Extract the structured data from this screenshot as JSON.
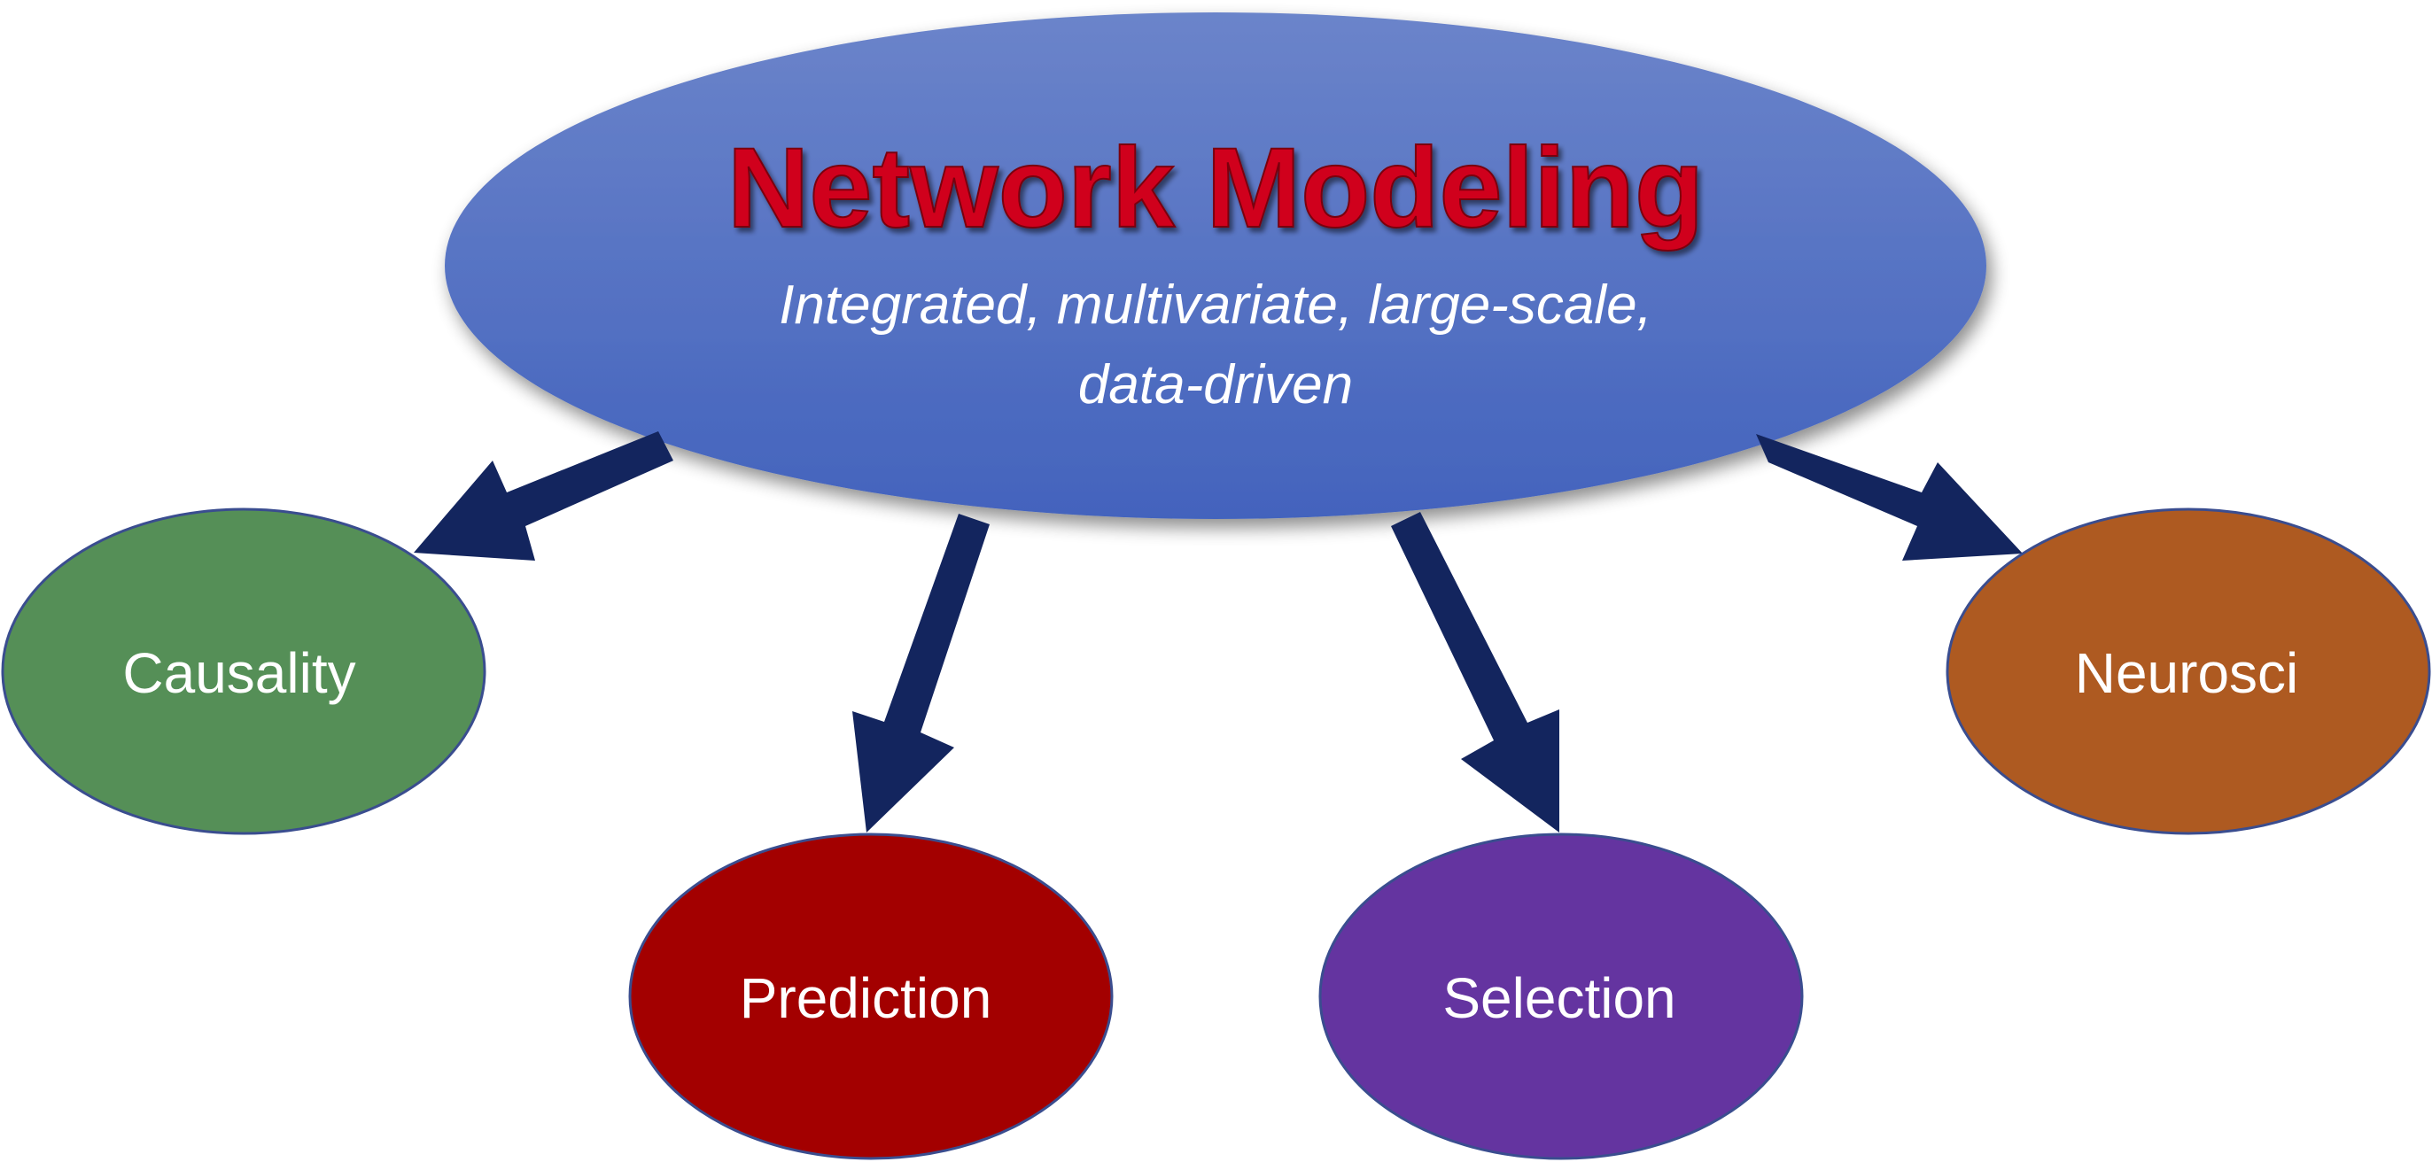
{
  "main": {
    "title": "Network Modeling",
    "subtitle_line1": "Integrated, multivariate, large-scale,",
    "subtitle_line2": "data-driven"
  },
  "nodes": [
    {
      "label": "Causality",
      "color": "#558f57"
    },
    {
      "label": "Prediction",
      "color": "#a30000"
    },
    {
      "label": "Selection",
      "color": "#6434a0"
    },
    {
      "label": "Neurosci",
      "color": "#ae5a21"
    }
  ],
  "colors": {
    "main_top": "#6b84ca",
    "main_bottom": "#4363bd",
    "title": "#d0021b",
    "arrow": "#13255e",
    "node_text": "#ffffff",
    "outline": "#3a4d8f"
  }
}
